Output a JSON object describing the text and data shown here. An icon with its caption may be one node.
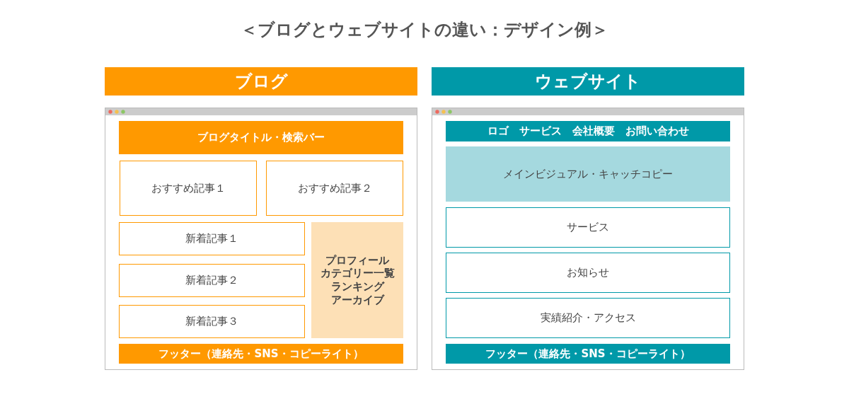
{
  "diagram": {
    "title": "＜ブログとウェブサイトの違い：デザイン例＞",
    "nodes": [
      {
        "text": [
          "ブログ"
        ]
      },
      {
        "text": [],
        "shape": "box"
      },
      {
        "text": [
          "ブログタイトル・検索バー"
        ],
        "in": 1
      },
      {
        "text": [
          "おすすめ記事１"
        ],
        "in": 1
      },
      {
        "text": [
          "おすすめ記事２"
        ],
        "in": 1
      },
      {
        "text": [
          "新着記事１"
        ],
        "in": 1
      },
      {
        "text": [
          "新着記事２"
        ],
        "in": 1
      },
      {
        "text": [
          "新着記事３"
        ],
        "in": 1
      },
      {
        "text": [
          "プロフィール",
          "カテゴリー一覧",
          "ランキング",
          "アーカイブ"
        ],
        "in": 1
      },
      {
        "text": [
          "フッター（連絡先・SNS・コピーライト）"
        ],
        "in": 1
      },
      {
        "text": [
          "ウェブサイト"
        ]
      },
      {
        "text": [],
        "shape": "box"
      },
      {
        "text": [
          "ロゴ　サービス　会社概要　お問い合わせ"
        ],
        "in": 11
      },
      {
        "text": [
          "メインビジュアル・キャッチコピー"
        ],
        "in": 11
      },
      {
        "text": [
          "サービス"
        ],
        "in": 11
      },
      {
        "text": [
          "お知らせ"
        ],
        "in": 11
      },
      {
        "text": [
          "実績紹介・アクセス"
        ],
        "in": 11
      },
      {
        "text": [
          "フッター（連絡先・SNS・コピーライト）"
        ],
        "in": 11
      }
    ]
  }
}
